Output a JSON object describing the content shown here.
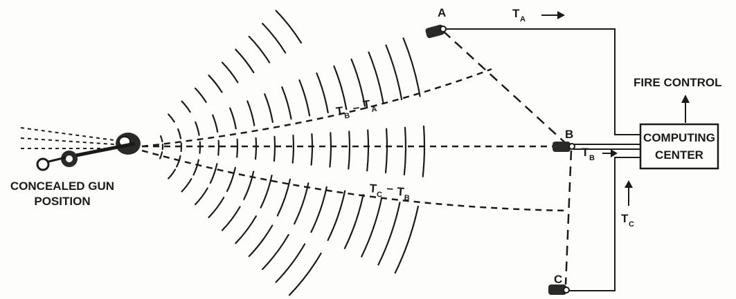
{
  "labels": {
    "gun_line1": "CONCEALED GUN",
    "gun_line2": "POSITION",
    "mic_a": "A",
    "mic_b": "B",
    "mic_c": "C",
    "ta_main": "T",
    "ta_sub": "A",
    "tb_main": "T",
    "tb_sub": "B",
    "tc_main": "T",
    "tc_sub": "C",
    "tb_ta": {
      "t1": "T",
      "s1": "B",
      "op": "–",
      "t2": "T",
      "s2": "A"
    },
    "tc_tb": {
      "t1": "T",
      "s1": "C",
      "op": "–",
      "t2": "T",
      "s2": "B"
    },
    "fire_control": "FIRE  CONTROL",
    "computing_line1": "COMPUTING",
    "computing_line2": "CENTER"
  },
  "colors": {
    "ink": "#1a1a1a",
    "paper": "#fdfdfb"
  }
}
